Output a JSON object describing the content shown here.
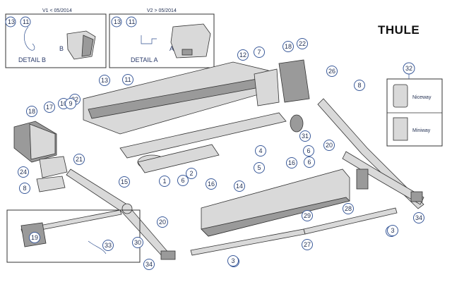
{
  "brand": {
    "logo_text": "THULE"
  },
  "detail_b": {
    "version_label": "V1 < 05/2014",
    "caption": "DETAIL B",
    "numbers": [
      "13",
      "11"
    ],
    "letter": "B"
  },
  "detail_a": {
    "version_label": "V2 > 05/2014",
    "caption": "DETAIL A",
    "numbers": [
      "13",
      "11"
    ],
    "letter": "A"
  },
  "legend": {
    "number": "32",
    "items": [
      "Niceway",
      "Miniway"
    ]
  },
  "accent_color": "#3a5a9a",
  "callouts": [
    "18",
    "17",
    "10",
    "22",
    "21",
    "24",
    "8",
    "13",
    "11",
    "12",
    "7",
    "18",
    "22",
    "26",
    "8",
    "31",
    "2",
    "4",
    "6",
    "20",
    "1",
    "15",
    "6",
    "16",
    "14",
    "5",
    "16",
    "6",
    "3",
    "34",
    "20",
    "29",
    "28",
    "3",
    "27",
    "30",
    "33",
    "19",
    "34",
    "3",
    "9",
    "3"
  ]
}
